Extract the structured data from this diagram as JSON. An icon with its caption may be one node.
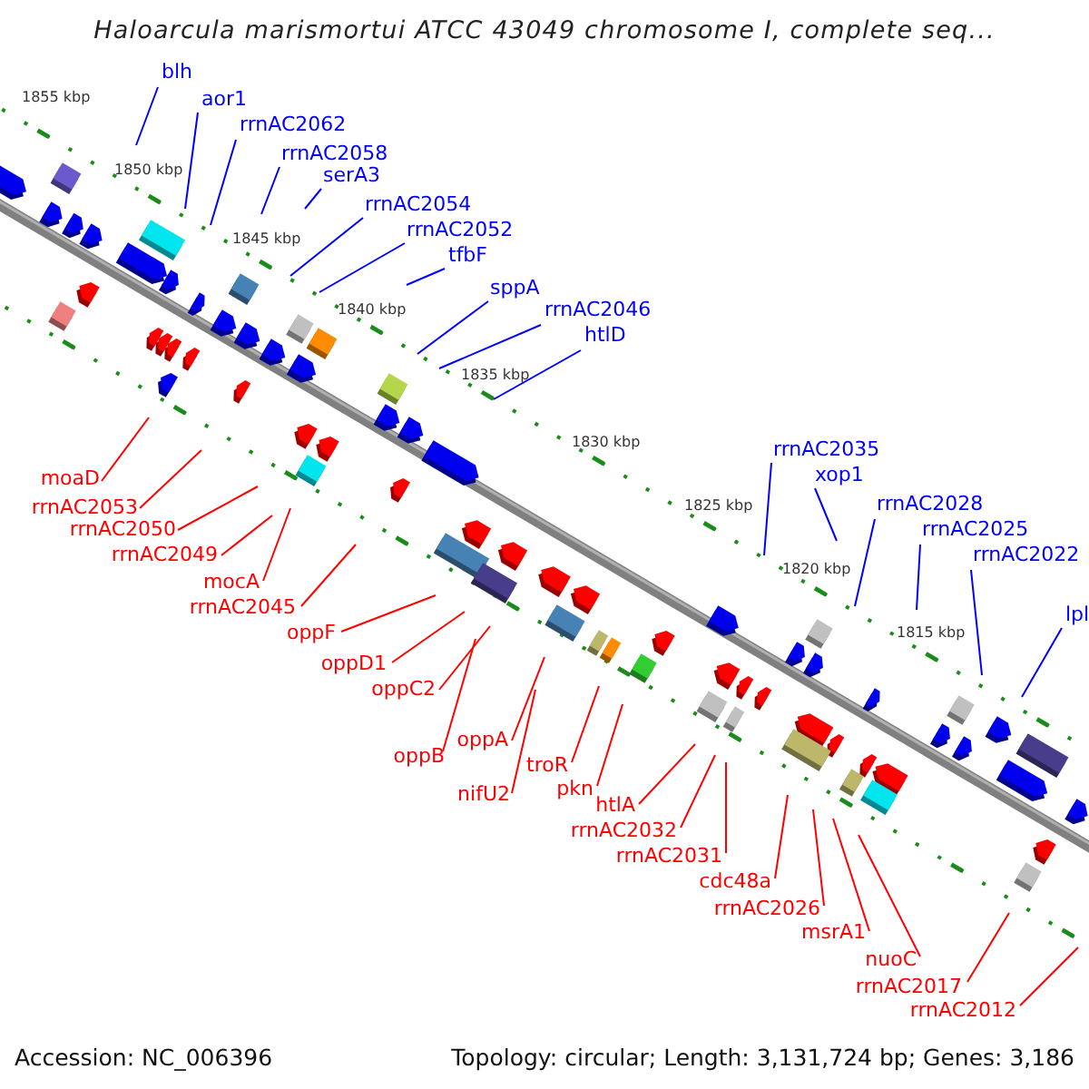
{
  "diagram": {
    "title": "Haloarcula marismortui ATCC 43049 chromosome I, complete seq...",
    "nodes": [
      {
        "text": [
          "blh"
        ]
      },
      {
        "text": [
          "aor1"
        ]
      },
      {
        "text": [
          "rrnAC2062"
        ]
      },
      {
        "text": [
          "rrnAC2058"
        ]
      },
      {
        "text": [
          "serA3"
        ]
      },
      {
        "text": [
          "rrnAC2054"
        ]
      },
      {
        "text": [
          "rrnAC2052"
        ]
      },
      {
        "text": [
          "tfbF"
        ]
      },
      {
        "text": [
          "sppA"
        ]
      },
      {
        "text": [
          "rrnAC2046"
        ]
      },
      {
        "text": [
          "htlD"
        ]
      },
      {
        "text": [
          "rrnAC2035"
        ]
      },
      {
        "text": [
          "xop1"
        ]
      },
      {
        "text": [
          "rrnAC2028"
        ]
      },
      {
        "text": [
          "rrnAC2025"
        ]
      },
      {
        "text": [
          "rrnAC2022"
        ]
      },
      {
        "text": [
          "lpl"
        ]
      },
      {
        "text": [
          "moaD"
        ]
      },
      {
        "text": [
          "rrnAC2053"
        ]
      },
      {
        "text": [
          "rrnAC2050"
        ]
      },
      {
        "text": [
          "rrnAC2049"
        ]
      },
      {
        "text": [
          "mocA"
        ]
      },
      {
        "text": [
          "rrnAC2045"
        ]
      },
      {
        "text": [
          "oppF"
        ]
      },
      {
        "text": [
          "oppD1"
        ]
      },
      {
        "text": [
          "oppC2"
        ]
      },
      {
        "text": [
          "oppB"
        ]
      },
      {
        "text": [
          "oppA"
        ]
      },
      {
        "text": [
          "troR"
        ]
      },
      {
        "text": [
          "nifU2"
        ]
      },
      {
        "text": [
          "pkn"
        ]
      },
      {
        "text": [
          "htlA"
        ]
      },
      {
        "text": [
          "rrnAC2032"
        ]
      },
      {
        "text": [
          "rrnAC2031"
        ]
      },
      {
        "text": [
          "cdc48a"
        ]
      },
      {
        "text": [
          "rrnAC2026"
        ]
      },
      {
        "text": [
          "msrA1"
        ]
      },
      {
        "text": [
          "nuoC"
        ]
      },
      {
        "text": [
          "rrnAC2017"
        ]
      },
      {
        "text": [
          "rrnAC2012"
        ]
      }
    ],
    "edges": [
      {
        "from": 0,
        "to": null,
        "arrow": "none",
        "color": "#0000ff"
      },
      {
        "from": 1,
        "to": null,
        "arrow": "none",
        "color": "#0000ff"
      },
      {
        "from": 2,
        "to": null,
        "arrow": "none",
        "color": "#0000ff"
      },
      {
        "from": 3,
        "to": null,
        "arrow": "none",
        "color": "#0000ff"
      },
      {
        "from": 4,
        "to": null,
        "arrow": "none",
        "color": "#0000ff"
      },
      {
        "from": 5,
        "to": null,
        "arrow": "none",
        "color": "#0000ff"
      },
      {
        "from": 6,
        "to": null,
        "arrow": "none",
        "color": "#0000ff"
      },
      {
        "from": 7,
        "to": null,
        "arrow": "none",
        "color": "#0000ff"
      },
      {
        "from": 8,
        "to": null,
        "arrow": "none",
        "color": "#0000ff"
      },
      {
        "from": 9,
        "to": null,
        "arrow": "none",
        "color": "#0000ff"
      },
      {
        "from": 10,
        "to": null,
        "arrow": "none",
        "color": "#0000ff"
      },
      {
        "from": 11,
        "to": null,
        "arrow": "none",
        "color": "#0000ff"
      },
      {
        "from": 12,
        "to": null,
        "arrow": "none",
        "color": "#0000ff"
      },
      {
        "from": 13,
        "to": null,
        "arrow": "none",
        "color": "#0000ff"
      },
      {
        "from": 14,
        "to": null,
        "arrow": "none",
        "color": "#0000ff"
      },
      {
        "from": 15,
        "to": null,
        "arrow": "none",
        "color": "#0000ff"
      },
      {
        "from": 16,
        "to": null,
        "arrow": "none",
        "color": "#0000ff"
      },
      {
        "from": 17,
        "to": null,
        "arrow": "none"
      },
      {
        "from": 18,
        "to": null,
        "arrow": "none"
      },
      {
        "from": 19,
        "to": null,
        "arrow": "none"
      },
      {
        "from": 20,
        "to": null,
        "arrow": "none"
      },
      {
        "from": 21,
        "to": null,
        "arrow": "none"
      },
      {
        "from": 22,
        "to": null,
        "arrow": "none"
      },
      {
        "from": 23,
        "to": null,
        "arrow": "none"
      },
      {
        "from": 24,
        "to": null,
        "arrow": "none"
      },
      {
        "from": 25,
        "to": null,
        "arrow": "none"
      },
      {
        "from": 26,
        "to": null,
        "arrow": "none"
      },
      {
        "from": 27,
        "to": null,
        "arrow": "none"
      },
      {
        "from": 28,
        "to": null,
        "arrow": "none"
      },
      {
        "from": 29,
        "to": null,
        "arrow": "none"
      },
      {
        "from": 30,
        "to": null,
        "arrow": "none"
      },
      {
        "from": 31,
        "to": null,
        "arrow": "none"
      },
      {
        "from": 32,
        "to": null,
        "arrow": "none"
      },
      {
        "from": 33,
        "to": null,
        "arrow": "none"
      },
      {
        "from": 34,
        "to": null,
        "arrow": "none"
      },
      {
        "from": 35,
        "to": null,
        "arrow": "none"
      },
      {
        "from": 36,
        "to": null,
        "arrow": "none"
      },
      {
        "from": 37,
        "to": null,
        "arrow": "none"
      },
      {
        "from": 38,
        "to": null,
        "arrow": "none"
      },
      {
        "from": 39,
        "to": null,
        "arrow": "none"
      }
    ],
    "labels": [
      "1855 kbp",
      "1850 kbp",
      "1845 kbp",
      "1840 kbp",
      "1835 kbp",
      "1830 kbp",
      "1825 kbp",
      "1820 kbp",
      "1815 kbp",
      "Accession: NC_006396",
      "Topology: circular; Length: 3,131,724 bp; Genes: 3,186"
    ]
  }
}
